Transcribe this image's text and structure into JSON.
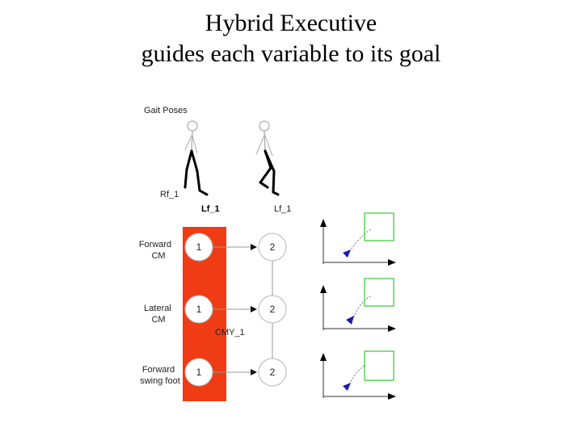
{
  "title": {
    "line1": "Hybrid Executive",
    "line2": "guides each variable to its goal"
  },
  "gait": {
    "label": "Gait Poses",
    "foot_labels": {
      "rf1": "Rf_1",
      "lf1_a": "Lf_1",
      "lf1_b": "Lf_1"
    }
  },
  "rows": [
    {
      "label_line1": "Forward",
      "label_line2": "CM",
      "state1": "1",
      "state2": "2"
    },
    {
      "label_line1": "Lateral",
      "label_line2": "CM",
      "state1": "1",
      "state2": "2"
    },
    {
      "label_line1": "Forward",
      "label_line2": "swing foot",
      "state1": "1",
      "state2": "2"
    }
  ],
  "transition_label": "CMY_1",
  "colors": {
    "highlight": "#f03c14",
    "goal_box": "#2fcc2f",
    "trajectory_marker": "#1d1db0",
    "node_stroke": "#b5b5b5"
  }
}
